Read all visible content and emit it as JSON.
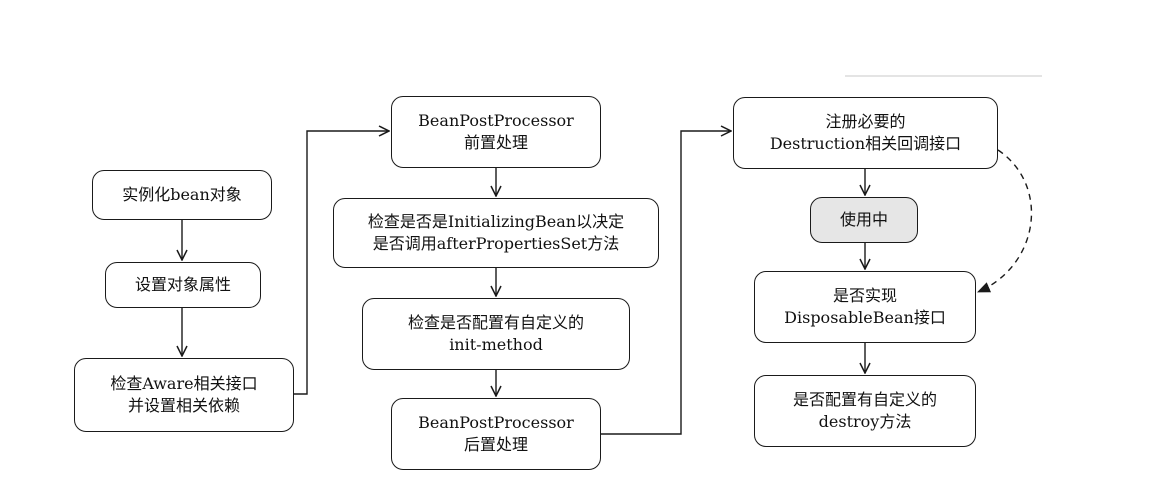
{
  "nodes": {
    "instantiate": {
      "lines": [
        "实例化bean对象"
      ]
    },
    "set_properties": {
      "lines": [
        "设置对象属性"
      ]
    },
    "aware": {
      "lines": [
        "检查Aware相关接口",
        "并设置相关依赖"
      ]
    },
    "bpp_before": {
      "lines": [
        "BeanPostProcessor",
        "前置处理"
      ]
    },
    "initializing_bean": {
      "lines": [
        "检查是否是InitializingBean以决定",
        "是否调用afterPropertiesSet方法"
      ]
    },
    "init_method": {
      "lines": [
        "检查是否配置有自定义的",
        "init-method"
      ]
    },
    "bpp_after": {
      "lines": [
        "BeanPostProcessor",
        "后置处理"
      ]
    },
    "destruction": {
      "lines": [
        "注册必要的",
        "Destruction相关回调接口"
      ]
    },
    "in_use": {
      "lines": [
        "使用中"
      ]
    },
    "disposable": {
      "lines": [
        "是否实现",
        "DisposableBean接口"
      ]
    },
    "destroy": {
      "lines": [
        "是否配置有自定义的",
        "destroy方法"
      ]
    }
  },
  "colors": {
    "stroke": "#1a1a1a",
    "in_use_fill": "#e6e6e6",
    "background": "#ffffff"
  }
}
